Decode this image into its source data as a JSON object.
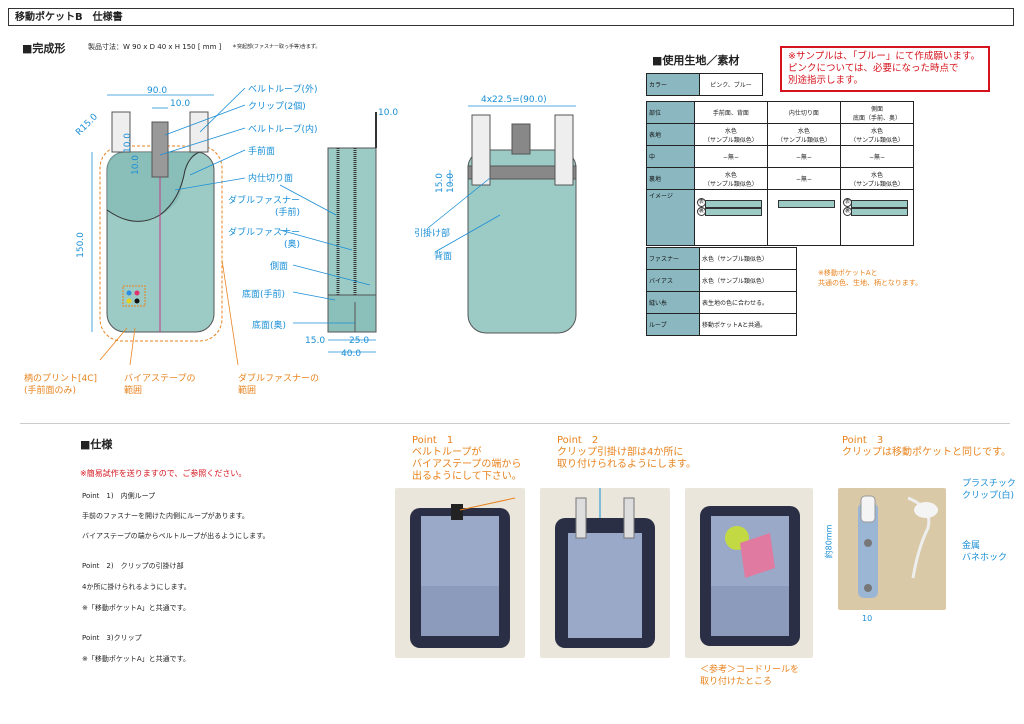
{
  "header": {
    "title": "移動ポケットB　仕様書"
  },
  "completion": {
    "heading": "■完成形",
    "size_text": "製品寸法：W 90 x D 40 x H 150 [ mm ]",
    "size_note": "＊突起部(ファスナー取っ手等)含まず。"
  },
  "front_view": {
    "dims": {
      "width": "90.0",
      "clip_w": "10.0",
      "clip_h1": "10.0",
      "clip_h2": "10.0",
      "radius": "R15.0",
      "height": "150.0"
    },
    "callouts": {
      "belt_loop_out": "ベルトループ(外)",
      "clip": "クリップ(2個)",
      "belt_loop_in": "ベルトループ(内)",
      "front_face": "手前面",
      "inner_divider": "内仕切り面",
      "print": "柄のプリント[4C]\n(手前面のみ)",
      "bias_range": "バイアステープの\n範囲",
      "zipper_range": "ダブルファスナーの\n範囲"
    }
  },
  "side_view": {
    "dims": {
      "top": "10.0",
      "bottom_a": "15.0",
      "bottom_b": "25.0",
      "depth": "40.0"
    },
    "callouts": {
      "zip_front": "ダブルファスナー\n(手前)",
      "zip_back": "ダブルファスナー\n(奥)",
      "side": "側面",
      "bottom_front": "底面(手前)",
      "bottom_back": "底面(奥)"
    }
  },
  "back_view": {
    "dims": {
      "pitch": "4x22.5=(90.0)",
      "h1": "15.0",
      "h2": "10.0"
    },
    "callouts": {
      "hook": "引掛け部",
      "back": "背面"
    }
  },
  "materials": {
    "heading": "■使用生地／素材",
    "color_label": "カラー",
    "color_value": "ピンク、ブルー",
    "note": "※サンプルは、「ブルー」にて作成願います。\nピンクについては、必要になった時点で\n別途指示します。",
    "columns": [
      "部位",
      "手前面、背面",
      "内仕切り面",
      "側面\n底面（手前、奥）"
    ],
    "rows": [
      {
        "label": "表地",
        "cells": [
          "水色\n（サンプル類似色）",
          "水色\n（サンプル類似色）",
          "水色\n（サンプル類似色）"
        ]
      },
      {
        "label": "中",
        "cells": [
          "−無−",
          "−無−",
          "−無−"
        ]
      },
      {
        "label": "裏地",
        "cells": [
          "水色\n（サンプル類似色）",
          "−無−",
          "水色\n（サンプル類似色）"
        ]
      },
      {
        "label": "イメージ",
        "cells": [
          "",
          "",
          ""
        ]
      }
    ],
    "image_marks": [
      "表",
      "裏"
    ],
    "parts": [
      {
        "label": "ファスナー",
        "value": "水色（サンプル類似色）"
      },
      {
        "label": "バイアス",
        "value": "水色（サンプル類似色）"
      },
      {
        "label": "縫い糸",
        "value": "表生地の色に合わせる。"
      },
      {
        "label": "ループ",
        "value": "移動ポケットAと共通。"
      }
    ],
    "common_note": "※移動ポケットAと\n共通の色、生地、柄となります。"
  },
  "spec": {
    "heading": "■仕様",
    "notice": "※簡易試作を送りますので、ご参照ください。",
    "lines": [
      "Point　1)　内側ループ",
      "手前のファスナーを開けた内側にループがあります。",
      "バイアステープの端からベルトループが出るようにします。",
      "Point　2)　クリップの引掛け部",
      "4か所に掛けられるようにします。",
      "※「移動ポケットA」と共通です。",
      "Point　3)クリップ",
      "※「移動ポケットA」と共通です。"
    ]
  },
  "points": {
    "p1": "Point　1\nベルトループが\nバイアステープの端から\n出るようにして下さい。",
    "p2": "Point　2\nクリップ引掛け部は4か所に\n取り付けられるようにします。",
    "p3": "Point　3\nクリップは移動ポケットと同じです。",
    "ref": "＜参考＞コードリールを\n取り付けたところ",
    "plastic_clip": "プラスチック\nクリップ(白)",
    "metal_hook": "金属\nバネホック",
    "clip_len": "約80mm",
    "clip_w": "10"
  },
  "colors": {
    "fabric": "#9ccbc5",
    "dim_blue": "#1a8fd6",
    "callout_orange": "#e8831e",
    "note_red": "#d4131d"
  }
}
